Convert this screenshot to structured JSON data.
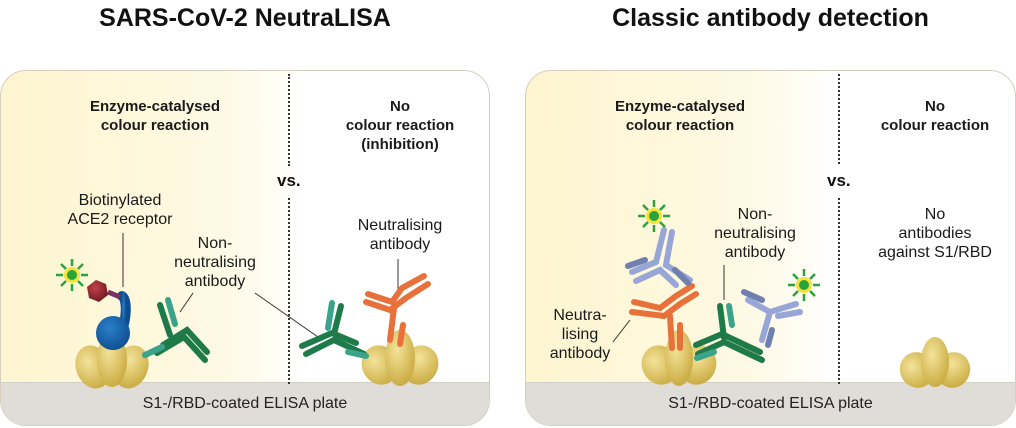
{
  "left": {
    "title": "SARS-CoV-2 NeutraLISA",
    "header_positive": [
      "Enzyme-catalysed",
      "colour reaction"
    ],
    "header_negative": [
      "No",
      "colour reaction",
      "(inhibition)"
    ],
    "vs": "vs.",
    "labels": {
      "ace2": [
        "Biotinylated",
        "ACE2 receptor"
      ],
      "non_neutralising": [
        "Non-",
        "neutralising",
        "antibody"
      ],
      "neutralising": [
        "Neutralising",
        "antibody"
      ]
    },
    "plate": "S1-/RBD-coated ELISA plate"
  },
  "right": {
    "title": "Classic antibody detection",
    "header_positive": [
      "Enzyme-catalysed",
      "colour reaction"
    ],
    "header_negative": [
      "No",
      "colour reaction"
    ],
    "vs": "vs.",
    "labels": {
      "non_neutralising": [
        "Non-",
        "neutralising",
        "antibody"
      ],
      "neutralising": [
        "Neutra-",
        "lising",
        "antibody"
      ],
      "no_antibodies": [
        "No",
        "antibodies",
        "against S1/RBD"
      ]
    },
    "plate": "S1-/RBD-coated ELISA plate"
  },
  "colors": {
    "positive_bg": "#fdf7d6",
    "negative_bg": "#ffffff",
    "plate": "#e0ddd8",
    "antigen": "#dcc56a",
    "non_neutralising_ab": "#1f7a4a",
    "neutralising_ab": "#e8703a",
    "secondary_ab": "#97a6d6",
    "ace2": "#1560a8",
    "biotin": "#8e2430",
    "enzyme": "#2aa33a"
  }
}
